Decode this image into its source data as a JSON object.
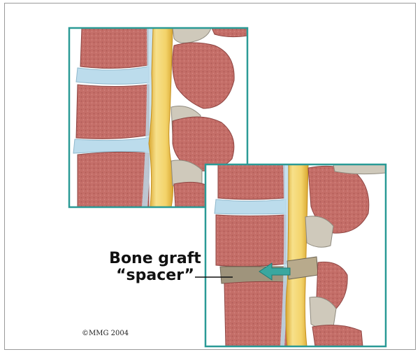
{
  "labels": {
    "graft_line1": "Bone graft",
    "graft_line2": "“spacer”",
    "copyright": "©MMG 2004"
  },
  "colors": {
    "frame": "#2a9a96",
    "vertebra": "#c46e68",
    "vertebra_dark": "#a8514f",
    "disc": "#bcdcec",
    "spinal_cord": "#f3d36a",
    "cord_edge": "#d9a730",
    "facet_bone": "#cfc9bb",
    "graft": "#b8aa8c",
    "arrow": "#3aa79f"
  },
  "icons": {
    "arrow": "arrow-left-icon"
  }
}
